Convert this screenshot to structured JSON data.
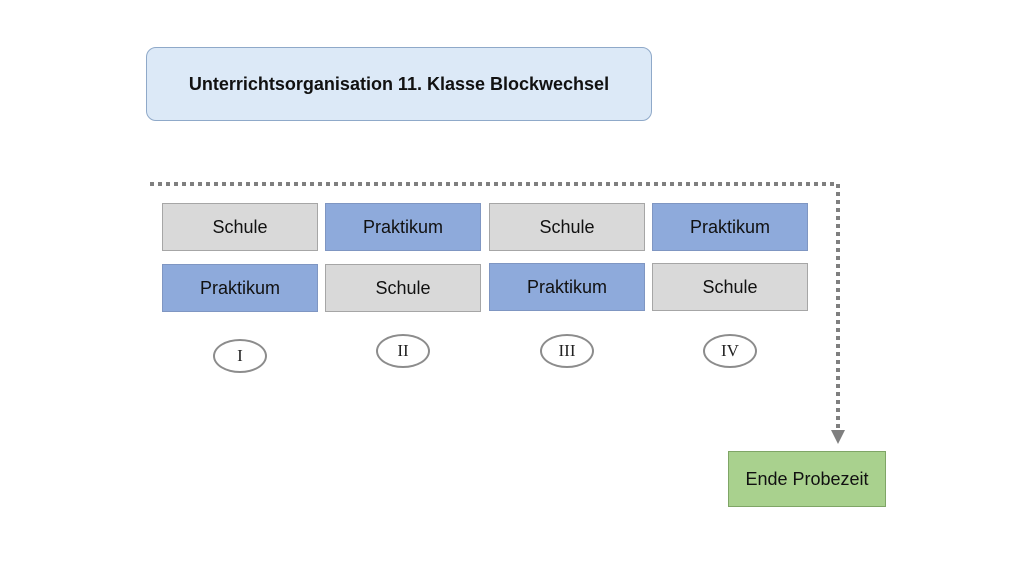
{
  "title": "Unterrichtsorganisation 11. Klasse Blockwechsel",
  "columns": [
    {
      "numeral": "I",
      "top": "Schule",
      "bottom": "Praktikum"
    },
    {
      "numeral": "II",
      "top": "Praktikum",
      "bottom": "Schule"
    },
    {
      "numeral": "III",
      "top": "Schule",
      "bottom": "Praktikum"
    },
    {
      "numeral": "IV",
      "top": "Praktikum",
      "bottom": "Schule"
    }
  ],
  "end_label": "Ende Probezeit",
  "colors": {
    "title_fill": "#dce9f7",
    "schule_fill": "#d9d9d9",
    "praktikum_fill": "#8eaadb",
    "end_fill": "#a9d18e",
    "connector": "#7f7f7f"
  }
}
